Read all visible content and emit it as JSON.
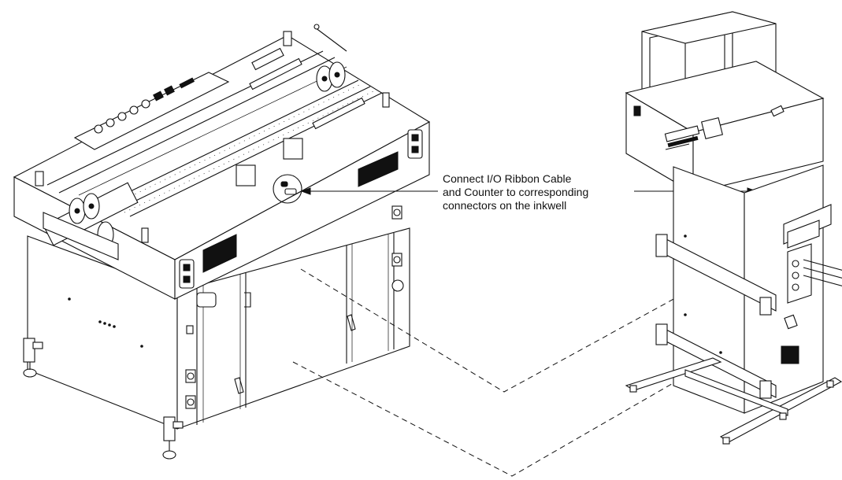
{
  "callout": {
    "lines": [
      "Connect I/O Ribbon Cable",
      "and Counter to corresponding",
      "connectors on the inkwell"
    ]
  },
  "components": {
    "left": "inkwell-machine",
    "right": "computer-console-stand"
  },
  "colors": {
    "line": "#111111",
    "background": "#ffffff"
  }
}
